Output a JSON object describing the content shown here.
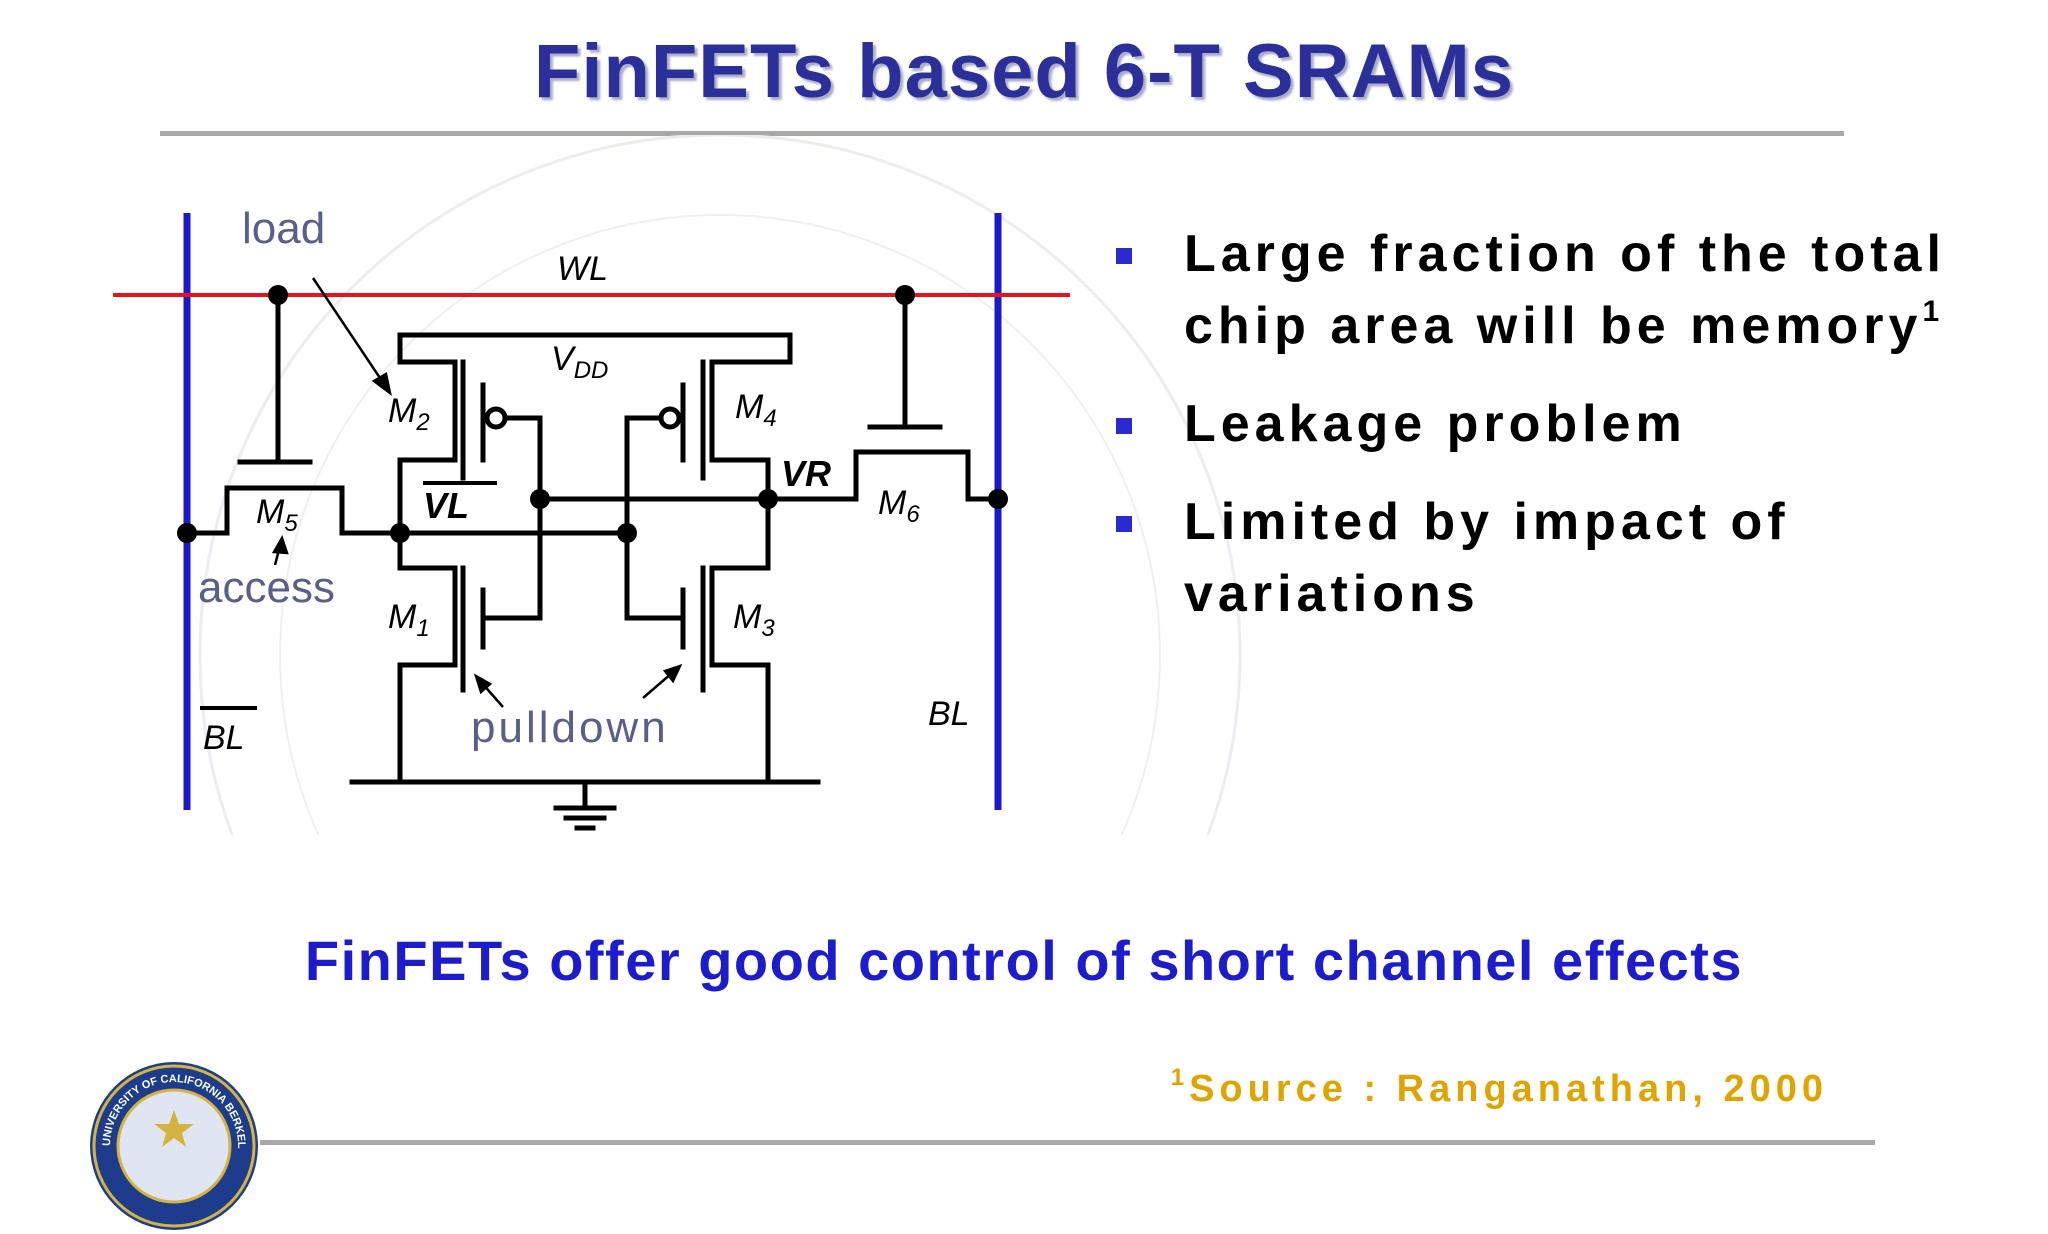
{
  "title": "FinFETs based 6-T SRAMs",
  "diagram": {
    "labels": {
      "load": "load",
      "wl": "WL",
      "vdd_main": "V",
      "vdd_sub": "DD",
      "m2_main": "M",
      "m2_sub": "2",
      "m4_main": "M",
      "m4_sub": "4",
      "m5_main": "M",
      "m5_sub": "5",
      "m6_main": "M",
      "m6_sub": "6",
      "m1_main": "M",
      "m1_sub": "1",
      "m3_main": "M",
      "m3_sub": "3",
      "vl": "VL",
      "vr": "VR",
      "access": "access",
      "pulldown": "pulldown",
      "bl_bar": "BL",
      "bl": "BL"
    },
    "colors": {
      "wordline": "#e8141b",
      "bitline": "#1a1ac8",
      "wire": "#000000",
      "annotation": "#5a5f8a"
    }
  },
  "bullets": [
    {
      "text": "Large fraction of the total chip area will be memory",
      "sup": "1"
    },
    {
      "text": "Leakage problem",
      "sup": ""
    },
    {
      "text": "Limited by impact of variations",
      "sup": ""
    }
  ],
  "tagline": "FinFETs offer good control of short channel effects",
  "source": {
    "sup": "1",
    "text": "Source : Ranganathan, 2000"
  },
  "seal_text": "UNIVERSITY OF CALIFORNIA BERKELEY",
  "colors": {
    "title": "#2b2f9a",
    "bullet_square": "#2a2ad0",
    "tagline": "#1c1ccc",
    "source": "#e0a400",
    "rule": "#a8a8a8"
  }
}
